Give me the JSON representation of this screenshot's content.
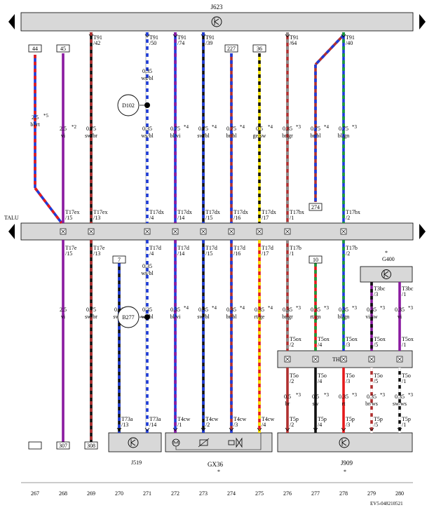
{
  "header": {
    "top_unit_label": "J623",
    "left_bar_label": "TALU",
    "doc_id": "EV5-048210521"
  },
  "columns": [
    {
      "num": "267",
      "top": {
        "kind": "ref",
        "text": "44"
      },
      "bottom": {
        "kind": "ref",
        "text": ""
      },
      "wire": {
        "colors": [
          "#1e3cd8",
          "#e41a1c"
        ],
        "size": "2.5",
        "code": "bl/rt",
        "note": "*5"
      },
      "wire_bottom": null
    },
    {
      "num": "268",
      "top": {
        "kind": "ref",
        "text": "45"
      },
      "wire": {
        "colors": [
          "#8a1aa0"
        ],
        "size": "2.5",
        "code": "vi",
        "note": "*2"
      },
      "upper_conn": {
        "pin": "T17ex",
        "pos": "/15"
      },
      "lower_conn": {
        "pin": "T17e",
        "pos": "/15"
      },
      "wire_bottom": {
        "colors": [
          "#8a1aa0"
        ],
        "size": "2.5",
        "code": "vi",
        "note": ""
      },
      "bottom": {
        "kind": "ref",
        "text": "307"
      }
    },
    {
      "num": "269",
      "top": {
        "kind": "pin",
        "pin": "T91",
        "pos": "/42"
      },
      "wire": {
        "colors": [
          "#111111",
          "#b03030"
        ],
        "size": "0.75",
        "code": "sw/br",
        "note": ""
      },
      "upper_conn": {
        "pin": "T17ex",
        "pos": "/13"
      },
      "lower_conn": {
        "pin": "T17e",
        "pos": "/13"
      },
      "wire_bottom": {
        "colors": [
          "#111111",
          "#b03030"
        ],
        "size": "0.75",
        "code": "sw/br",
        "note": ""
      },
      "bottom": {
        "kind": "ref",
        "text": "308"
      }
    },
    {
      "num": "270",
      "top": null,
      "wire": null,
      "lower_top": {
        "kind": "ref",
        "text": "7"
      },
      "wire_bottom": {
        "colors": [
          "#111111",
          "#1e3cd8"
        ],
        "size": "0.35",
        "code": "sw/bl",
        "note": ""
      },
      "bottom": {
        "kind": "pin",
        "pin": "T73a",
        "pos": "/13"
      }
    },
    {
      "num": "271",
      "top": {
        "kind": "pin",
        "pin": "T91",
        "pos": "/50"
      },
      "wire": {
        "colors": [
          "#ffffff",
          "#1e3cd8"
        ],
        "size": "0.35",
        "code": "ws/bl",
        "note": ""
      },
      "upper_conn": {
        "pin": "T17dx",
        "pos": "/4"
      },
      "lower_conn": {
        "pin": "T17d",
        "pos": "/4"
      },
      "wire_bottom": {
        "colors": [
          "#ffffff",
          "#1e3cd8"
        ],
        "size": "0.35",
        "code": "ws/bl",
        "note": ""
      },
      "bottom": {
        "kind": "pin",
        "pin": "T73a",
        "pos": "/14"
      }
    },
    {
      "num": "272",
      "top": {
        "kind": "pin",
        "pin": "T91",
        "pos": "/74"
      },
      "wire": {
        "colors": [
          "#1e3cd8",
          "#8a1aa0"
        ],
        "size": "0.75",
        "code": "bl/vi",
        "note": "*4"
      },
      "upper_conn": {
        "pin": "T17dx",
        "pos": "/14"
      },
      "lower_conn": {
        "pin": "T17d",
        "pos": "/14"
      },
      "wire_bottom": {
        "colors": [
          "#1e3cd8",
          "#8a1aa0"
        ],
        "size": "0.35",
        "code": "bl/vi",
        "note": "*4"
      },
      "bottom": {
        "kind": "pin",
        "pin": "T4cw",
        "pos": "/1"
      }
    },
    {
      "num": "273",
      "top": {
        "kind": "pin",
        "pin": "T91",
        "pos": "/39"
      },
      "wire": {
        "colors": [
          "#111111",
          "#1e3cd8"
        ],
        "size": "0.75",
        "code": "sw/bl",
        "note": "*4"
      },
      "upper_conn": {
        "pin": "T17dx",
        "pos": "/15"
      },
      "lower_conn": {
        "pin": "T17d",
        "pos": "/15"
      },
      "wire_bottom": {
        "colors": [
          "#111111",
          "#1e3cd8"
        ],
        "size": "0.35",
        "code": "sw/bl",
        "note": "*4"
      },
      "bottom": {
        "kind": "pin",
        "pin": "T4cw",
        "pos": "/2"
      }
    },
    {
      "num": "274",
      "top": {
        "kind": "ref",
        "text": "227"
      },
      "wire": {
        "colors": [
          "#b03030",
          "#1e3cd8"
        ],
        "size": "0.75",
        "code": "br/bl",
        "note": "*4"
      },
      "upper_conn": {
        "pin": "T17dx",
        "pos": "/16"
      },
      "lower_conn": {
        "pin": "T17d",
        "pos": "/16"
      },
      "wire_bottom": {
        "colors": [
          "#b03030",
          "#1e3cd8"
        ],
        "size": "0.35",
        "code": "br/bl",
        "note": "*4"
      },
      "bottom": {
        "kind": "pin",
        "pin": "T4cw",
        "pos": "/3"
      }
    },
    {
      "num": "275",
      "top": {
        "kind": "ref",
        "text": "36"
      },
      "wire": {
        "colors": [
          "#f5e400",
          "#111111"
        ],
        "size": "0.5",
        "code": "ge/sw",
        "note": "*4"
      },
      "upper_conn": {
        "pin": "T17dx",
        "pos": "/17"
      },
      "lower_conn": {
        "pin": "T17d",
        "pos": "/17"
      },
      "wire_bottom": {
        "colors": [
          "#e41a1c",
          "#f5e400"
        ],
        "size": "0.35",
        "code": "rt/ge",
        "note": "*4"
      },
      "bottom": {
        "kind": "pin",
        "pin": "T4cw",
        "pos": "/4"
      }
    },
    {
      "num": "276",
      "top": {
        "kind": "pin",
        "pin": "T91",
        "pos": "/64"
      },
      "wire": {
        "colors": [
          "#b03030",
          "#8c8c8c"
        ],
        "size": "0.35",
        "code": "br/gr",
        "note": "*3"
      },
      "upper_conn": {
        "pin": "T17bx",
        "pos": "/1"
      },
      "lower_conn": {
        "pin": "T17b",
        "pos": "/1"
      },
      "wire_bottom": {
        "colors": [
          "#b03030",
          "#8c8c8c"
        ],
        "size": "0.35",
        "code": "br/gr",
        "note": "*3"
      },
      "thrr_top": {
        "pin": "T5ox",
        "pos": "/2"
      },
      "thrr_bot": {
        "pin": "T5o",
        "pos": "/2"
      },
      "wire_thrr": {
        "colors": [
          "#b03030"
        ],
        "size": "0.5",
        "code": "br",
        "note": "*3"
      },
      "bottom": {
        "kind": "pin",
        "pin": "T5p",
        "pos": "/2"
      }
    },
    {
      "num": "277",
      "top": {
        "kind": "ref",
        "text": "274"
      },
      "wire": {
        "colors": [
          "#b03030",
          "#1e3cd8"
        ],
        "size": "0.75",
        "code": "br/bl",
        "note": "*4"
      },
      "lower_top": {
        "kind": "ref",
        "text": "10"
      },
      "wire_bottom": {
        "colors": [
          "#e41a1c",
          "#1a9a3a"
        ],
        "size": "0.35",
        "code": "rt/gn",
        "note": "*3"
      },
      "thrr_top": {
        "pin": "T5ox",
        "pos": "/4"
      },
      "thrr_bot": {
        "pin": "T5o",
        "pos": "/4"
      },
      "wire_thrr": {
        "colors": [
          "#111111"
        ],
        "size": "0.5",
        "code": "sw",
        "note": "*3"
      },
      "bottom": {
        "kind": "pin",
        "pin": "T5p",
        "pos": "/4"
      }
    },
    {
      "num": "278",
      "top": {
        "kind": "pin",
        "pin": "T91",
        "pos": "/40"
      },
      "wire": {
        "colors": [
          "#1e3cd8",
          "#1a9a3a"
        ],
        "size": "0.75",
        "code": "bl/gn",
        "note": "*3"
      },
      "upper_conn": {
        "pin": "T17bx",
        "pos": "/2"
      },
      "lower_conn": {
        "pin": "T17b",
        "pos": "/2"
      },
      "wire_bottom": {
        "colors": [
          "#1e3cd8",
          "#1a9a3a"
        ],
        "size": "0.35",
        "code": "bl/gn",
        "note": "*3"
      },
      "thrr_top": {
        "pin": "T5ox",
        "pos": "/3"
      },
      "thrr_bot": {
        "pin": "T5o",
        "pos": "/3"
      },
      "wire_thrr": {
        "colors": [
          "#e41a1c"
        ],
        "size": "0.35",
        "code": "rt",
        "note": "*3"
      },
      "bottom": {
        "kind": "pin",
        "pin": "T5p",
        "pos": "/3"
      }
    },
    {
      "num": "279",
      "g400_pin": {
        "pin": "T3bc",
        "pos": "/3"
      },
      "wire_bottom": {
        "colors": [
          "#8a1aa0",
          "#111111"
        ],
        "size": "0.35",
        "code": "vi/sw",
        "note": "*3"
      },
      "thrr_top": {
        "pin": "T5ox",
        "pos": "/5"
      },
      "thrr_bot": {
        "pin": "T5o",
        "pos": "/5"
      },
      "wire_thrr": {
        "colors": [
          "#b03030",
          "#ffffff"
        ],
        "size": "0.35",
        "code": "br/ws",
        "note": "*3"
      },
      "bottom": {
        "kind": "pin",
        "pin": "T5p",
        "pos": "/5"
      }
    },
    {
      "num": "280",
      "g400_pin": {
        "pin": "T3bc",
        "pos": "/1"
      },
      "wire_bottom": {
        "colors": [
          "#8a1aa0"
        ],
        "size": "0.35",
        "code": "vi",
        "note": "*3"
      },
      "thrr_top": {
        "pin": "T5ox",
        "pos": "/1"
      },
      "thrr_bot": {
        "pin": "T5o",
        "pos": "/1"
      },
      "wire_thrr": {
        "colors": [
          "#111111",
          "#ffffff"
        ],
        "size": "0.35",
        "code": "sw/ws",
        "note": "*3"
      },
      "bottom": {
        "kind": "pin",
        "pin": "T5p",
        "pos": "/1"
      }
    }
  ],
  "splices": [
    {
      "label": "D102",
      "column": "271",
      "part": "upper"
    },
    {
      "label": "B277",
      "column": "271",
      "part": "lower"
    }
  ],
  "components": [
    {
      "id": "j519",
      "label": "J519",
      "star": ""
    },
    {
      "id": "gx36",
      "label": "GX36",
      "star": "*"
    },
    {
      "id": "j909",
      "label": "J909",
      "star": "*"
    },
    {
      "id": "g400",
      "label": "G400",
      "star": "*"
    },
    {
      "id": "thrr",
      "label": "THRR",
      "star": ""
    }
  ]
}
